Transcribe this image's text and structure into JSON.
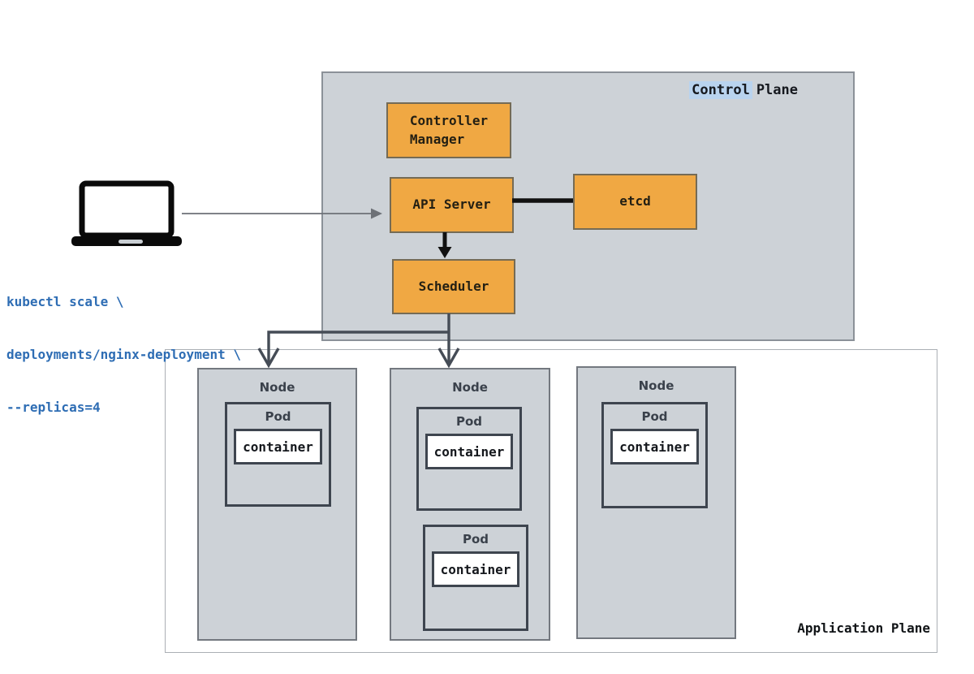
{
  "client": {
    "icon": "laptop-icon",
    "command_lines": [
      "kubectl scale \\",
      "deployments/nginx-deployment \\",
      "--replicas=4"
    ]
  },
  "control_plane": {
    "title_highlighted": "Control",
    "title_rest": "Plane",
    "components": {
      "controller_manager": "Controller\nManager",
      "api_server": "API Server",
      "etcd": "etcd",
      "scheduler": "Scheduler"
    }
  },
  "application_plane": {
    "title": "Application Plane",
    "nodes": [
      {
        "label": "Node",
        "pods": [
          {
            "label": "Pod",
            "containers": [
              "container"
            ]
          }
        ]
      },
      {
        "label": "Node",
        "pods": [
          {
            "label": "Pod",
            "containers": [
              "container"
            ]
          },
          {
            "label": "Pod",
            "containers": [
              "container"
            ]
          }
        ]
      },
      {
        "label": "Node",
        "pods": [
          {
            "label": "Pod",
            "containers": [
              "container"
            ]
          }
        ]
      }
    ]
  },
  "colors": {
    "component_fill": "#f0a843",
    "plane_fill": "#cdd2d7",
    "title_highlight": "#b9d3ee",
    "command_text": "#2e6db4",
    "container_fill": "#ffffff",
    "connector_dark": "#454c56",
    "connector_black": "#111111",
    "connector_gray": "#6d7177"
  }
}
